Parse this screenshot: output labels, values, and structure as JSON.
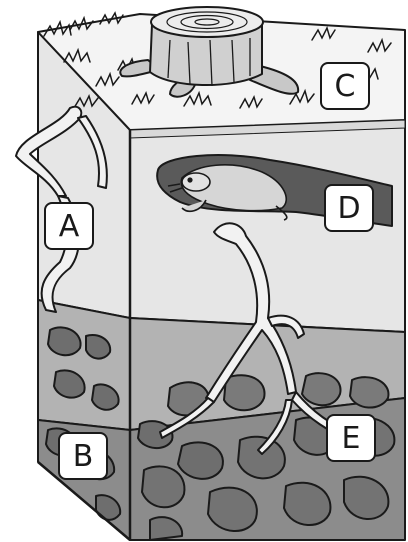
{
  "labels": {
    "a": "A",
    "b": "B",
    "c": "C",
    "d": "D",
    "e": "E"
  },
  "colors": {
    "outline": "#1a1a1a",
    "top_grass": "#f4f4f4",
    "topsoil": "#e6e6e6",
    "subsoil": "#b3b3b3",
    "bedrock": "#8c8c8c",
    "burrow": "#5a5a5a",
    "roots": "#f2f2f2"
  },
  "icons": {
    "stump": "tree-stump-icon",
    "animal": "mole-icon",
    "roots": "roots-icon"
  }
}
